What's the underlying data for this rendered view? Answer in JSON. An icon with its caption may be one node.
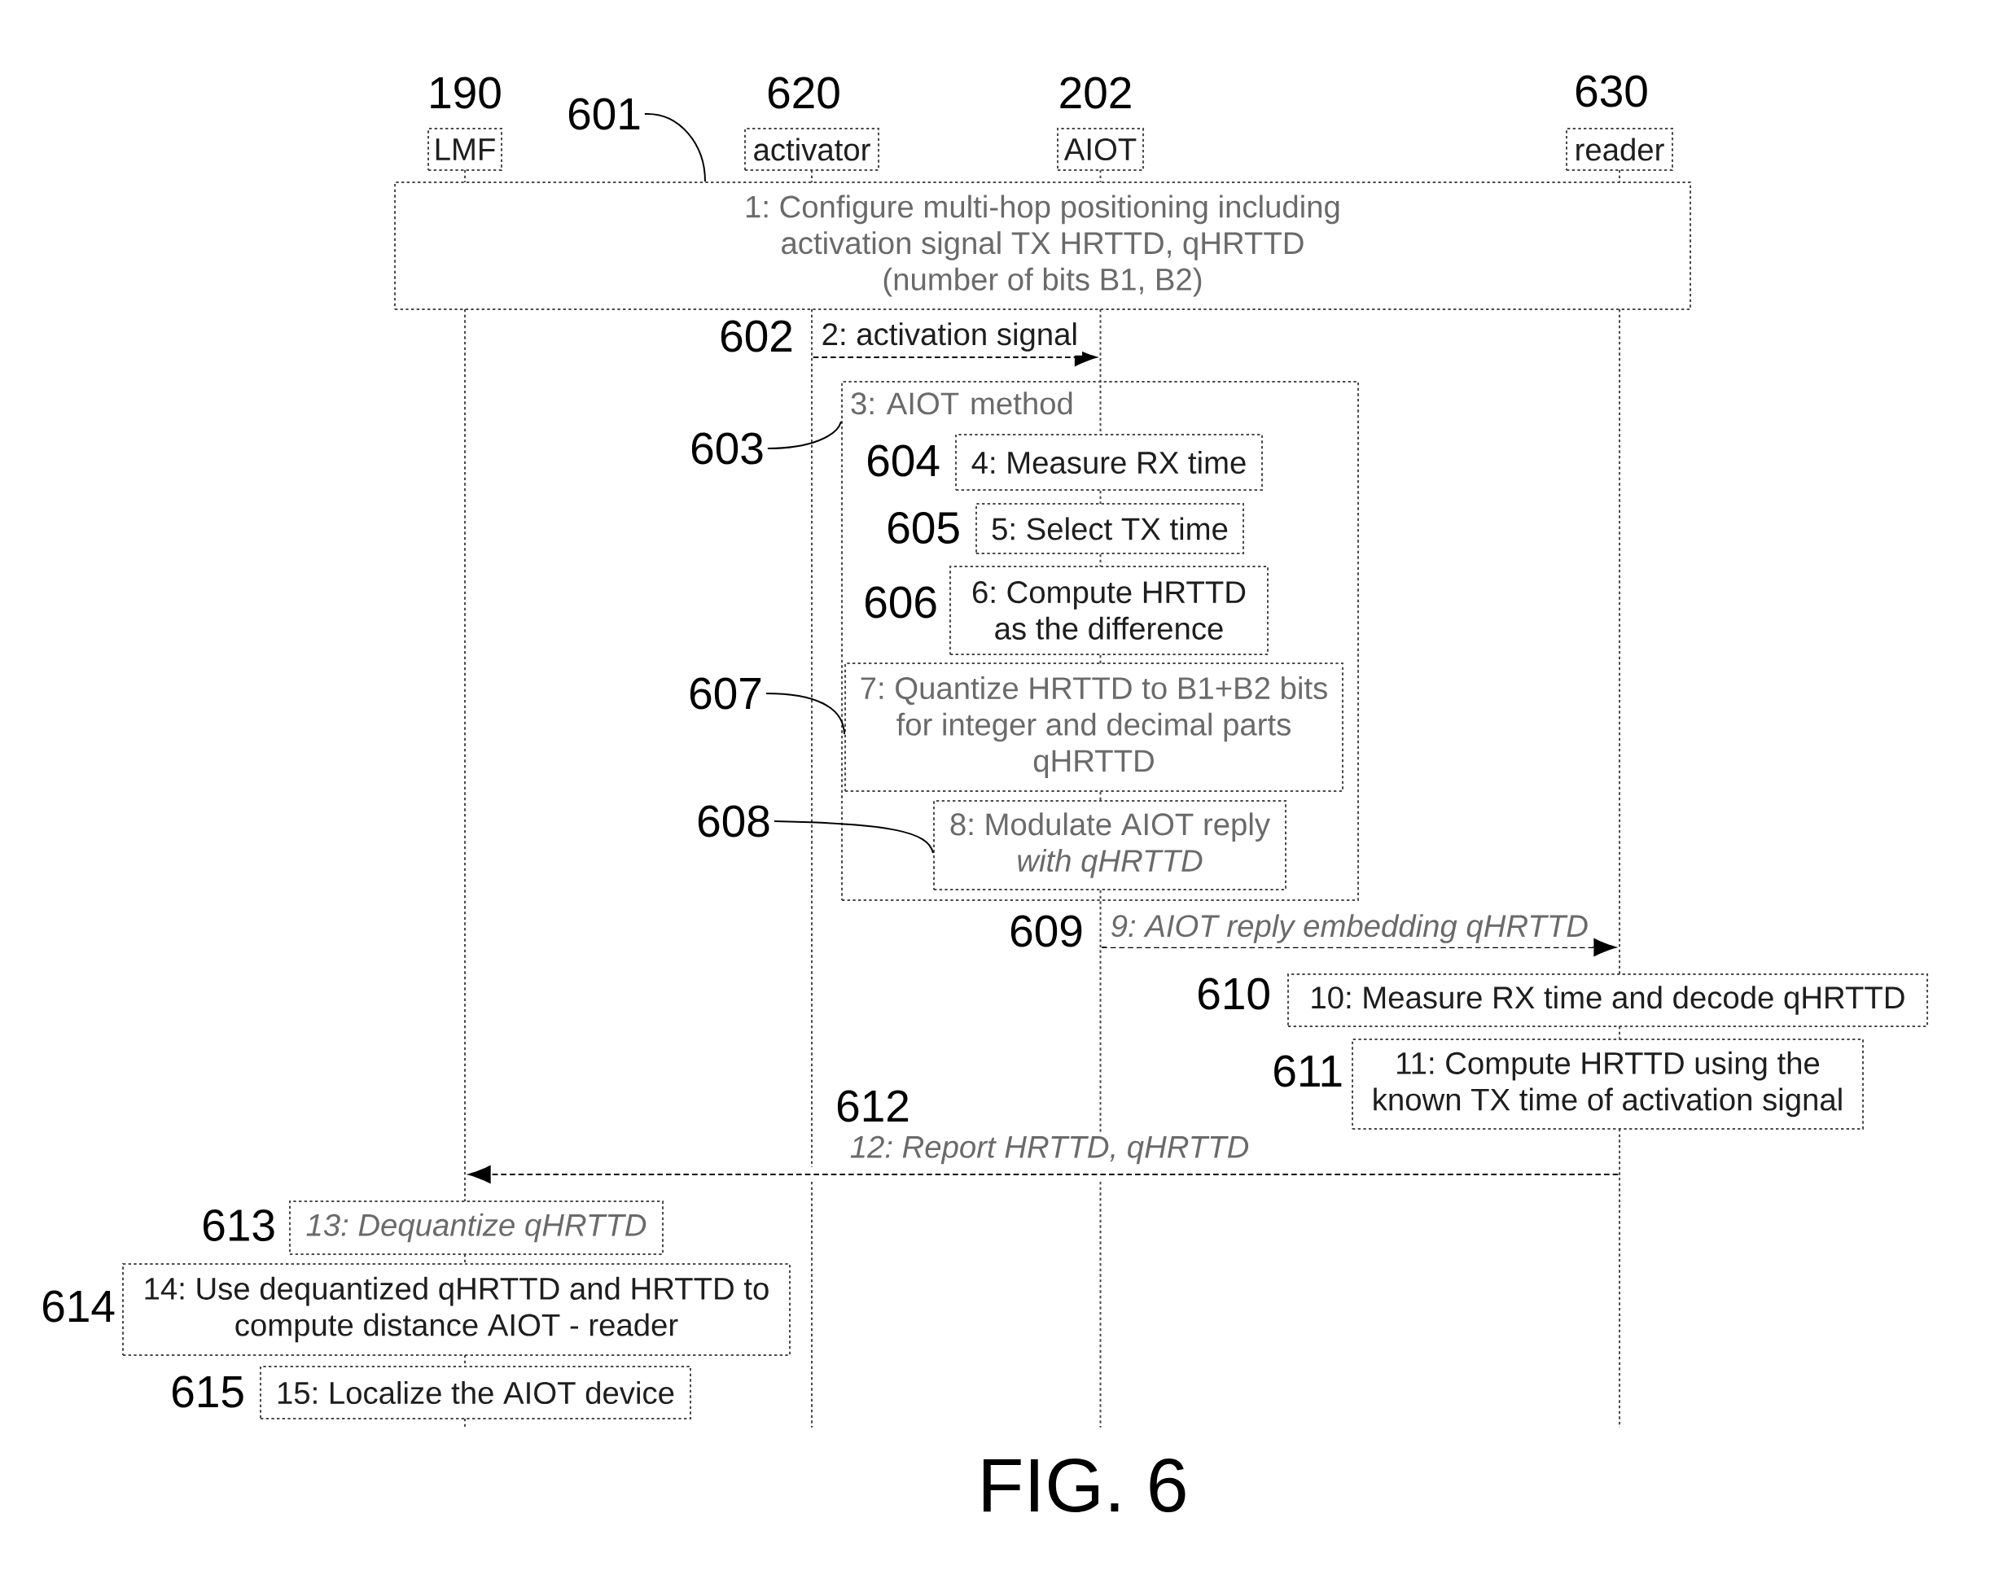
{
  "diagram": {
    "nodes": [
      {
        "text": [
          "LMF"
        ],
        "beside": [
          "190"
        ]
      },
      {
        "text": [
          "activator"
        ],
        "beside": [
          "620"
        ]
      },
      {
        "text": [
          "AIOT"
        ],
        "beside": [
          "202"
        ]
      },
      {
        "text": [
          "reader"
        ],
        "beside": [
          "630"
        ]
      },
      {
        "text": [],
        "shape": "line"
      },
      {
        "text": [],
        "shape": "line"
      },
      {
        "text": [],
        "shape": "line"
      },
      {
        "text": [],
        "shape": "line"
      },
      {
        "text": [
          "601"
        ]
      },
      {
        "text": [
          "1: Configure multi-hop positioning including activation signal TX HRTTD, qHRTTD (number of bits B1, B2)"
        ]
      },
      {
        "text": [
          "603"
        ]
      },
      {
        "text": [
          "3: AIOT method"
        ]
      },
      {
        "text": [
          "4: Measure RX time"
        ],
        "beside": [
          "604"
        ],
        "in": 11
      },
      {
        "text": [
          "5: Select TX time"
        ],
        "beside": [
          "605"
        ],
        "in": 11
      },
      {
        "text": [
          "6: Compute HRTTD as the difference"
        ],
        "beside": [
          "606"
        ],
        "in": 11
      },
      {
        "text": [
          "607"
        ]
      },
      {
        "text": [
          "7: Quantize HRTTD to B1+B2 bits for integer and decimal parts qHRTTD"
        ],
        "in": 11
      },
      {
        "text": [
          "608"
        ]
      },
      {
        "text": [
          "8: Modulate AIOT reply *with qHRTTD*"
        ],
        "in": 11
      },
      {
        "text": [
          "10: Measure RX time and decode qHRTTD"
        ],
        "beside": [
          "610"
        ]
      },
      {
        "text": [
          "11: Compute HRTTD using the known TX time of activation signal"
        ],
        "beside": [
          "611"
        ]
      },
      {
        "text": [
          "13: Dequantize qHRTTD"
        ],
        "beside": [
          "613"
        ]
      },
      {
        "text": [
          "14: Use dequantized qHRTTD and HRTTD to compute distance AIOT - reader"
        ],
        "beside": [
          "614"
        ]
      },
      {
        "text": [
          "15: Localize the AIOT device"
        ],
        "beside": [
          "615"
        ]
      }
    ],
    "edges": [
      {
        "from": 8,
        "to": 9,
        "arrow": "none"
      },
      {
        "from": 5,
        "to": 6,
        "arrow": "to",
        "label": "2: activation signal",
        "style": "dashed"
      },
      {
        "from": 10,
        "to": 11,
        "arrow": "none"
      },
      {
        "from": 15,
        "to": 16,
        "arrow": "none"
      },
      {
        "from": 17,
        "to": 18,
        "arrow": "none"
      },
      {
        "from": 6,
        "to": 7,
        "arrow": "to",
        "label": "9: AIOT reply embedding qHRTTD",
        "style": "dashed"
      },
      {
        "from": 7,
        "to": 4,
        "arrow": "to",
        "label": "12: Report HRTTD, qHRTTD",
        "style": "dashed"
      }
    ],
    "labels": [
      "602",
      "609",
      "612"
    ],
    "caption": "FIG. 6"
  }
}
